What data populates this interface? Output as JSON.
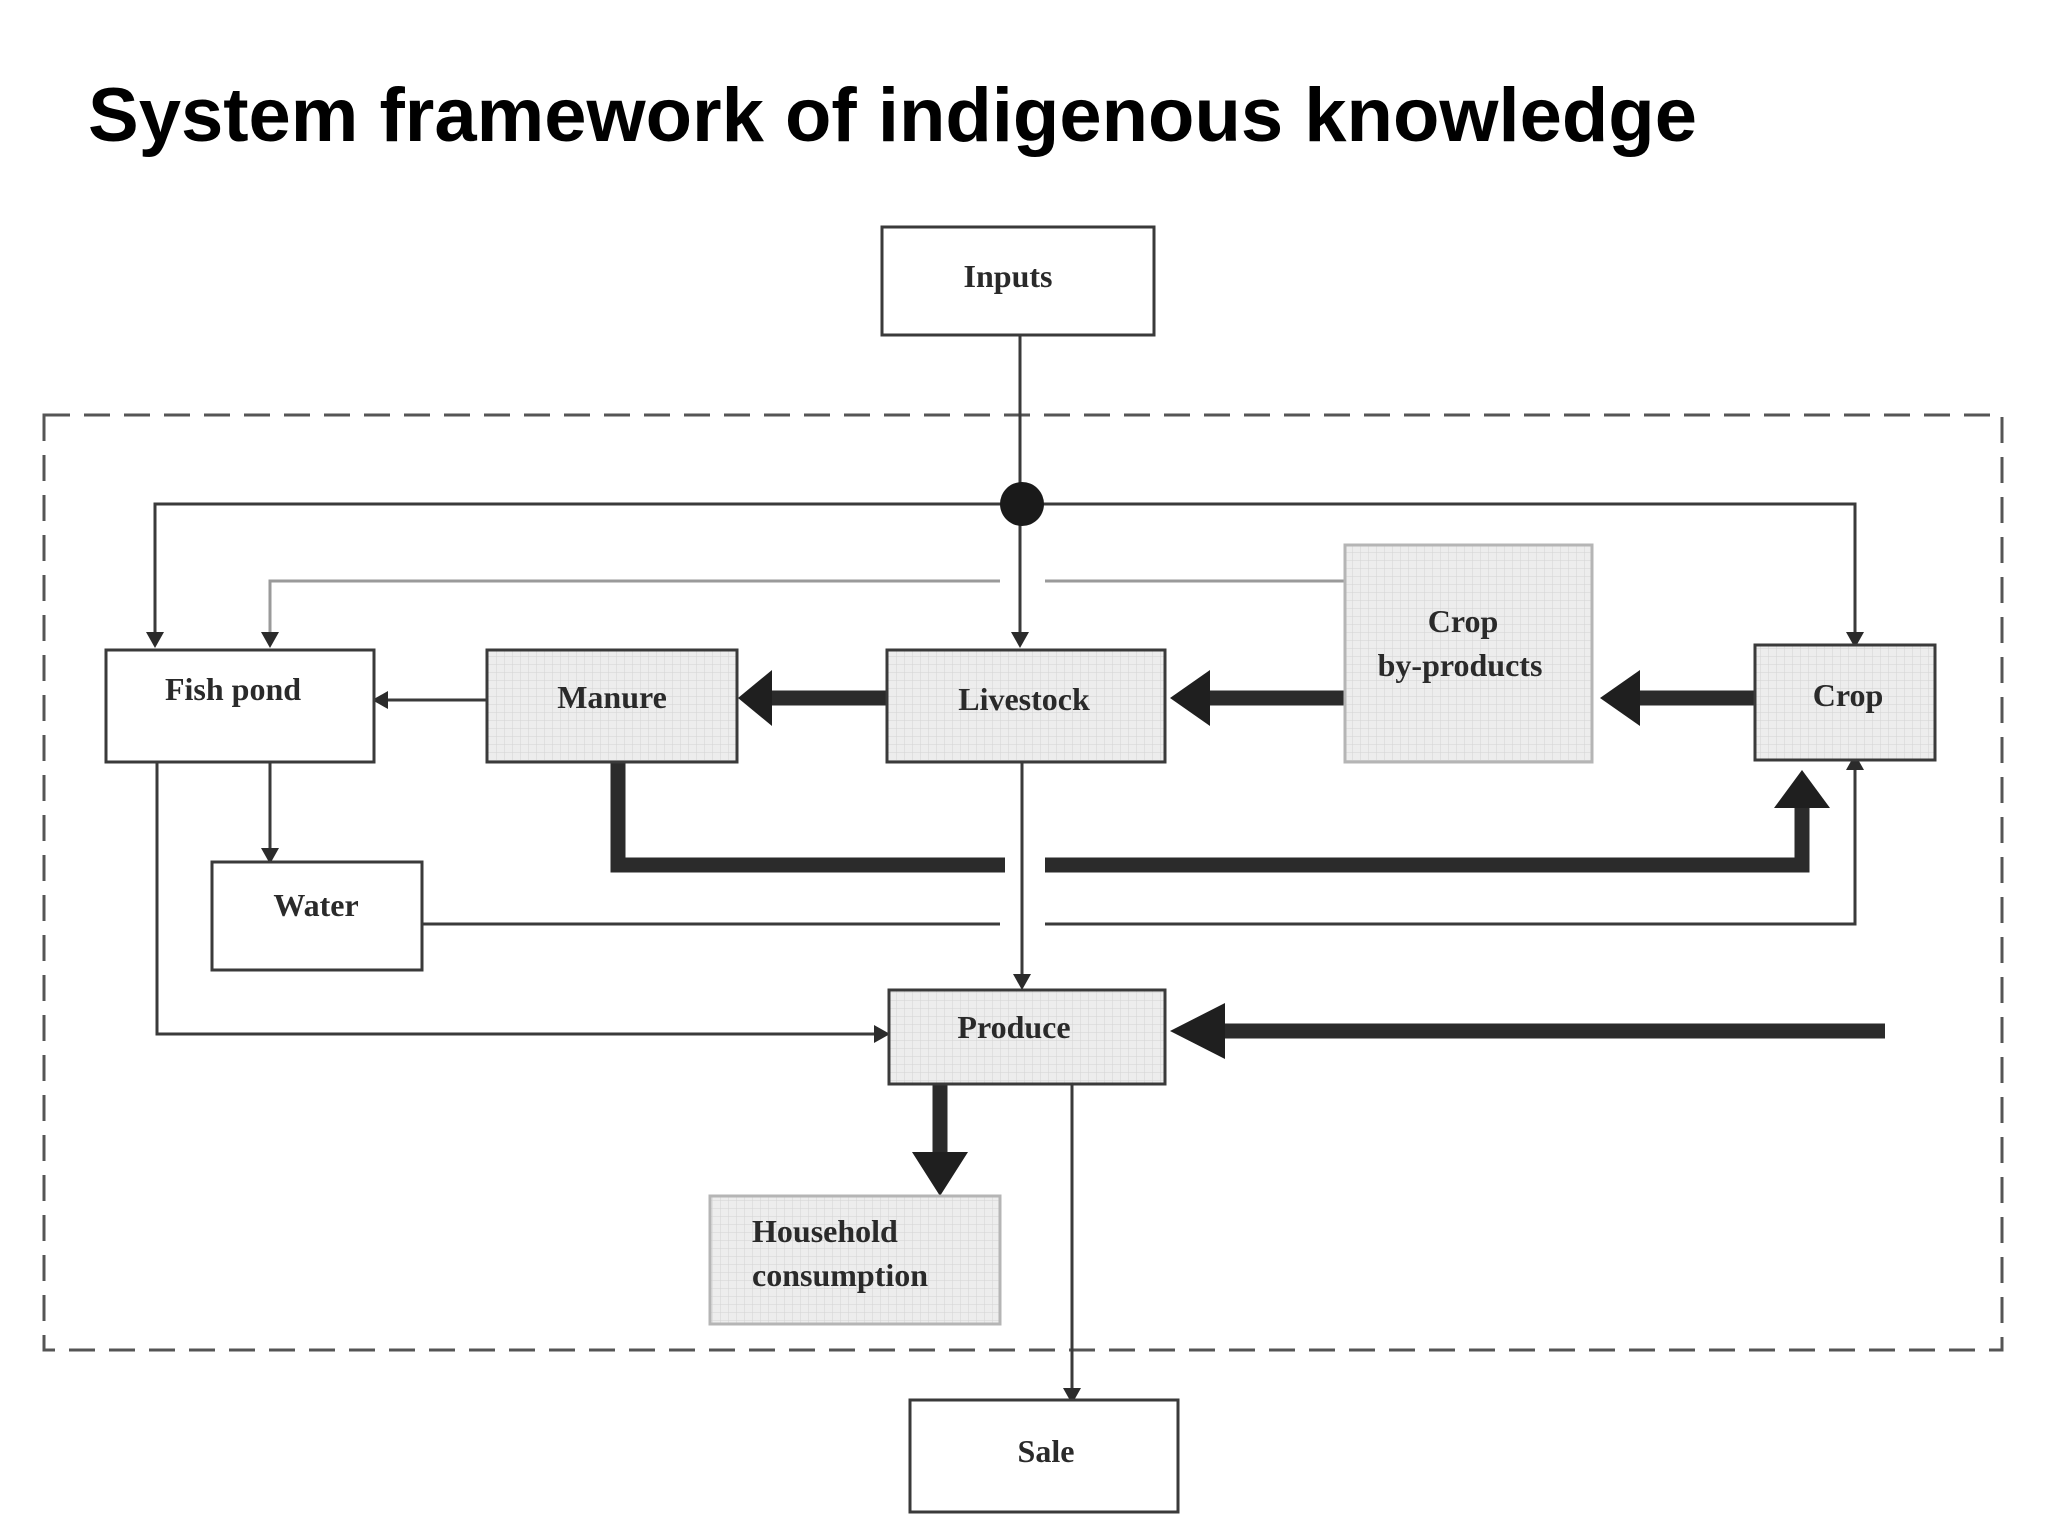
{
  "title": "System framework of indigenous knowledge",
  "nodes": {
    "inputs": "Inputs",
    "fish_pond": "Fish pond",
    "manure": "Manure",
    "livestock": "Livestock",
    "crop_byproducts_line1": "Crop",
    "crop_byproducts_line2": "by-products",
    "crop": "Crop",
    "water": "Water",
    "produce": "Produce",
    "household_line1": "Household",
    "household_line2": "consumption",
    "sale": "Sale"
  },
  "colors": {
    "shaded_box": "#ececec",
    "box_stroke": "#3a3a3a",
    "arrow": "#2b2b2b"
  }
}
